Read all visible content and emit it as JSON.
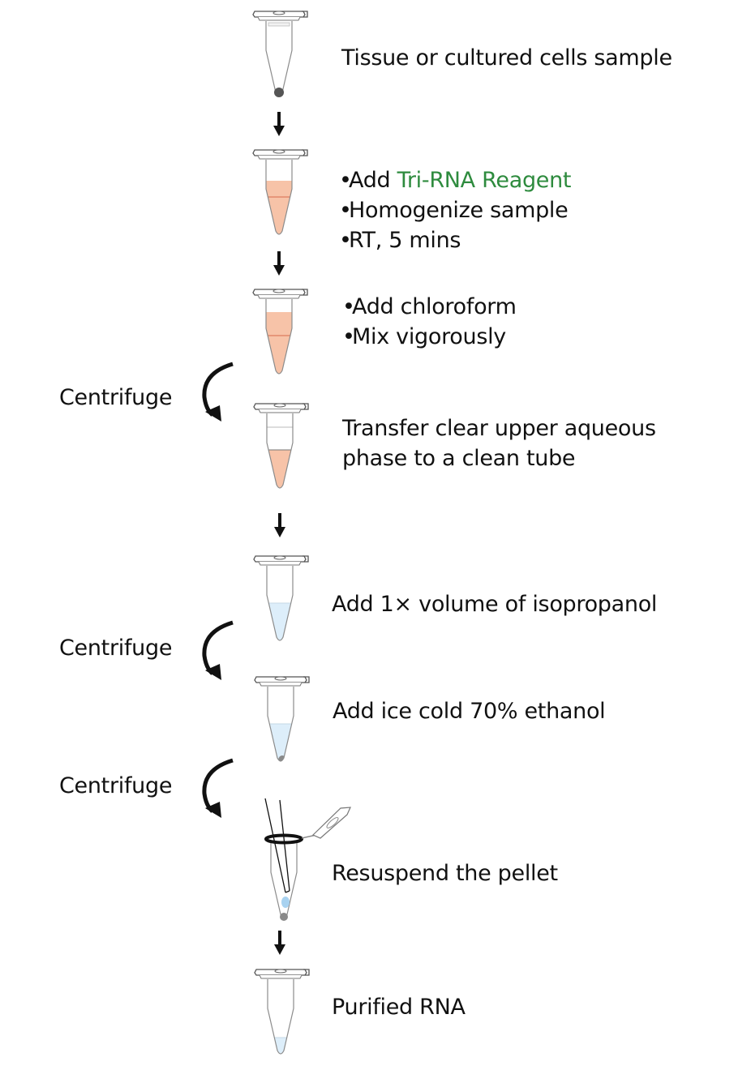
{
  "steps": [
    {
      "id": "sample",
      "tube": "solid-pellet",
      "lines": [
        "Tissue or cultured cells sample"
      ]
    },
    {
      "id": "reagent",
      "tube": "pink-full",
      "bullets": true,
      "lines": [
        "Add ",
        "Homogenize sample",
        "RT, 5 mins"
      ],
      "highlight": "Tri-RNA Reagent"
    },
    {
      "id": "chloroform",
      "tube": "pink-full",
      "bullets": true,
      "lines": [
        "Add chloroform",
        "Mix vigorously"
      ]
    },
    {
      "id": "transfer",
      "tube": "pink-phase",
      "lines": [
        "Transfer clear upper aqueous",
        "phase to a clean tube"
      ]
    },
    {
      "id": "isopropanol",
      "tube": "blue-liquid",
      "lines": [
        "Add 1× volume of isopropanol"
      ]
    },
    {
      "id": "ethanol",
      "tube": "blue-pellet",
      "lines": [
        "Add ice cold 70% ethanol"
      ]
    },
    {
      "id": "resuspend",
      "tube": "open-pipette",
      "lines": [
        "Resuspend the pellet"
      ]
    },
    {
      "id": "purified",
      "tube": "blue-small",
      "lines": [
        "Purified RNA"
      ]
    }
  ],
  "centrifuge_label": "Centrifuge",
  "colors": {
    "highlight": "#2e8b3e",
    "pink_liquid": "#f7c3a8",
    "pink_line": "#e2876a",
    "blue_liquid": "#ddeefa",
    "pellet": "#8a8a8a",
    "tube_stroke": "#8c8c8c"
  }
}
